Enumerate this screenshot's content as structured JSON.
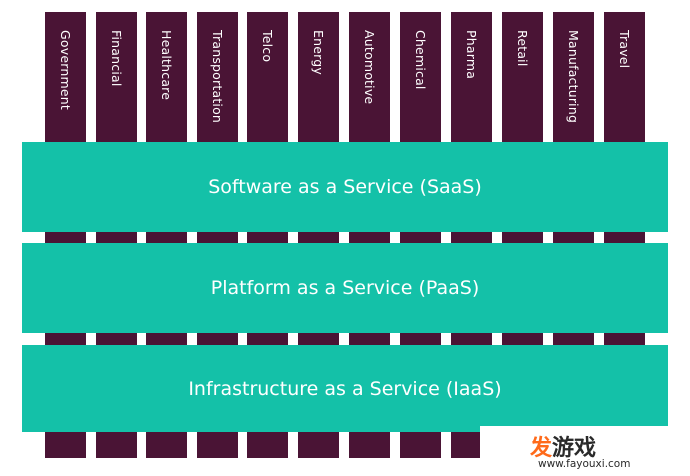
{
  "diagram": {
    "industries": [
      "Government",
      "Financial",
      "Healthcare",
      "Transportation",
      "Telco",
      "Energy",
      "Automotive",
      "Chemical",
      "Pharma",
      "Retail",
      "Manufacturing",
      "Travel"
    ],
    "layers": {
      "saas": "Software as a Service (SaaS)",
      "paas": "Platform as a Service (PaaS)",
      "iaas": "Infrastructure as a Service (IaaS)"
    }
  },
  "watermark": {
    "logo_accent": "发",
    "logo_rest": "游戏",
    "url": "www.fayouxi.com"
  },
  "colors": {
    "column": "#4a1435",
    "band": "#14c1a8",
    "text": "#ffffff",
    "watermark_accent": "#ff6a1a"
  }
}
